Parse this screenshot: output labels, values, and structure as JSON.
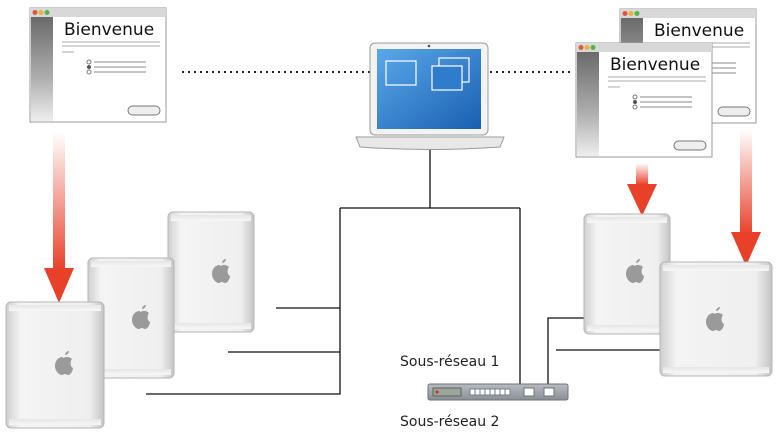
{
  "windows": {
    "welcome_left": {
      "title": "Bienvenue"
    },
    "welcome_right_back": {
      "title": "Bienvenue"
    },
    "welcome_right_front": {
      "title": "Bienvenue"
    }
  },
  "labels": {
    "subnet_1": "Sous-réseau 1",
    "subnet_2": "Sous-réseau 2"
  },
  "colors": {
    "arrow": "#e8412a",
    "line": "#111111",
    "screen": "#2a7fd0"
  },
  "icons": {
    "tower": "apple-logo-icon",
    "switch": "network-switch-icon",
    "laptop": "laptop-icon"
  }
}
